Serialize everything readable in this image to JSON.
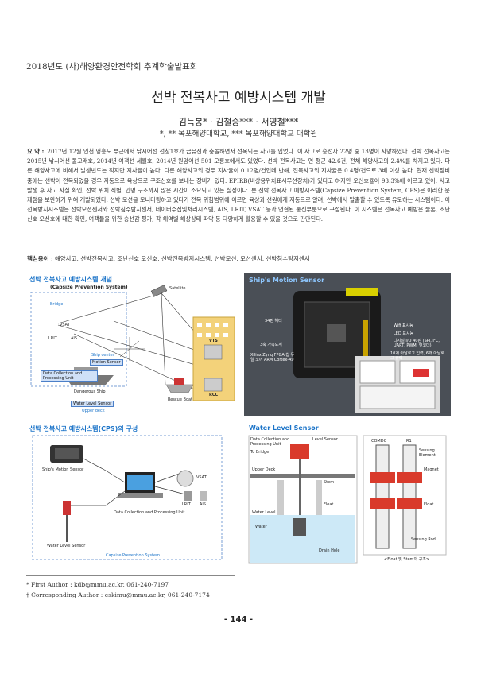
{
  "header": {
    "conference": "2018년도 (사)해양환경안전학회 추계학술발표회"
  },
  "paper": {
    "title": "선박 전복사고 예방시스템 개발",
    "authors": "김득봉* · 김철승*** · 서영철***",
    "affiliations": "*, ** 목포해양대학교, *** 목포해양대학교 대학원"
  },
  "abstract": {
    "label": "요    약 :",
    "text": "2017년 12월 인천 영흥도 부근에서 낚시어선 선창1호가 급유선과 충돌하면서 전복되는 사고를 입었다. 이 사고로 승선자 22명 중 13명이 사망하였다. 선박 전복사고는 2015년 낚시어선 돌고래호, 2014년 여객선 세월호, 2014년 원양어선 501 오룡호에서도 있었다. 선박 전복사고는 연 평균 42.6건, 전체 해양사고의 2.4%를 차지고 있다. 다른 해양사고에 비해서 발생빈도는 적지만 지사율이 높다. 다른 해양사고의 경우 지사율이 0.12명/건인데 반해, 전복사고의 지사율은 0.4명/건으로 3배 이상 높다. 현재 선박장비 중에는 선박이 전복되었을 경우 자동으로 육상으로 구조신호를 보내는 장비가 있다. EPIRB(비상용위치표시무선장치)가 있다고 하지만 오신호율이 93.3%에 이르고 있어, 사고 발생 후 사고 사실 확인, 선박 위치 식별, 인명 구조까지 많은 시간이 소요되고 있는 실정이다. 본 선박 전복사고 예방시스템(Capsize Prevention System, CPS)은 이러한 문제점을 보완하기 위해 개발되었다. 선박 모션을 모니터링하고 있다가 전복 위험범위에 이르면 육상과 선원에게 자동으로 알려, 선박에서 탈출할 수 있도록 유도하는 시스템이다. 이 전복방지시스템은 선박모션센서와 선박침수탐지센서, 데이터수집및처리시스템, AIS, LRIT, VSAT 등과 연결된 통신부분으로 구성된다. 이 시스템은 전복사고 예방은 물론, 조난신호 오신호에 대한 확인, 여객들을 위한 승선감 평가, 각 해역별 해상상태 파악 등 다양하게 활용할 수 있을 것으로 판단된다."
  },
  "keywords": {
    "label": "핵심용어",
    "text": ": 해양사고, 선박전복사고, 조난신호 오신호, 선박전복방지시스템, 선박모션, 모션센서, 선박침수탐지센서"
  },
  "figures": {
    "cps_overview": {
      "title": "선박 전복사고 예방시스템 개념",
      "subtitle": "(Capsize Prevention System)",
      "labels": {
        "satellite": "Satellite",
        "bridge": "Bridge",
        "vsat": "VSAT",
        "lrit": "LRIT",
        "ais": "AIS",
        "ship_center": "Ship center",
        "motion_sensor": "Motion Sensor",
        "dcpu": "Data Collection and Processing Unit",
        "dangerous_ship": "Dangerous Ship",
        "water_level_sensor": "Water Level Sensor",
        "upper_deck": "Upper deck",
        "vts": "VTS",
        "rcc": "RCC",
        "rescue_boat": "Rescue Boat"
      }
    },
    "motion_sensor": {
      "title": "Ship's Motion Sensor",
      "labels": [
        "34핀 헤더",
        "3축 가속도계",
        "Xilinx Zynq FPGA 칩 듀얼 코어 ARM Cortex-A9",
        "Wifi 표시등",
        "LED 표시등",
        "디지털 I/O 40핀 (SPI, I²C, UART, PWM, 엔코더)",
        "10개 아날로그 입력, 6개 아날로그 출력"
      ]
    },
    "cps_config": {
      "title": "선박 전복사고 예방시스템(CPS)의 구성",
      "labels": {
        "motion_sensor": "Ship's Motion Sensor",
        "vsat": "VSAT",
        "lrit": "LRIT",
        "ais": "AIS",
        "dcpu": "Data Collection and Processing Unit",
        "water_level_sensor": "Water Level Sensor",
        "footer": "Capsize Prevention System"
      }
    },
    "water_level": {
      "title": "Water Level Sensor",
      "labels": {
        "dcpu": "Data Collection and Processing Unit",
        "to_bridge": "To Bridge",
        "level_sensor": "Level Sensor",
        "upper_deck": "Upper Deck",
        "stem": "Stem",
        "float": "Float",
        "water_level": "Water Level",
        "water": "Water",
        "drain_hole": "Drain Hole",
        "comdc": "COMDC",
        "r1": "R1",
        "sensing_element": "Sensing Element",
        "magnet": "Magnet",
        "float2": "Float",
        "sensing_rod": "Sensing Rod",
        "caption": "<Float 및 Stem의 구조>"
      }
    }
  },
  "footnotes": {
    "first": "* First Author : kdb@mmu.ac.kr, 061-240-7197",
    "corr": "† Corresponding Author : eskimu@mmu.ac.kr, 061-240-7174"
  },
  "page_number": "- 144 -",
  "colors": {
    "accent": "#1a73c8",
    "tag_fill": "#cfe0f7",
    "building": "#f3d27a",
    "sensor_red": "#d93a2b"
  }
}
